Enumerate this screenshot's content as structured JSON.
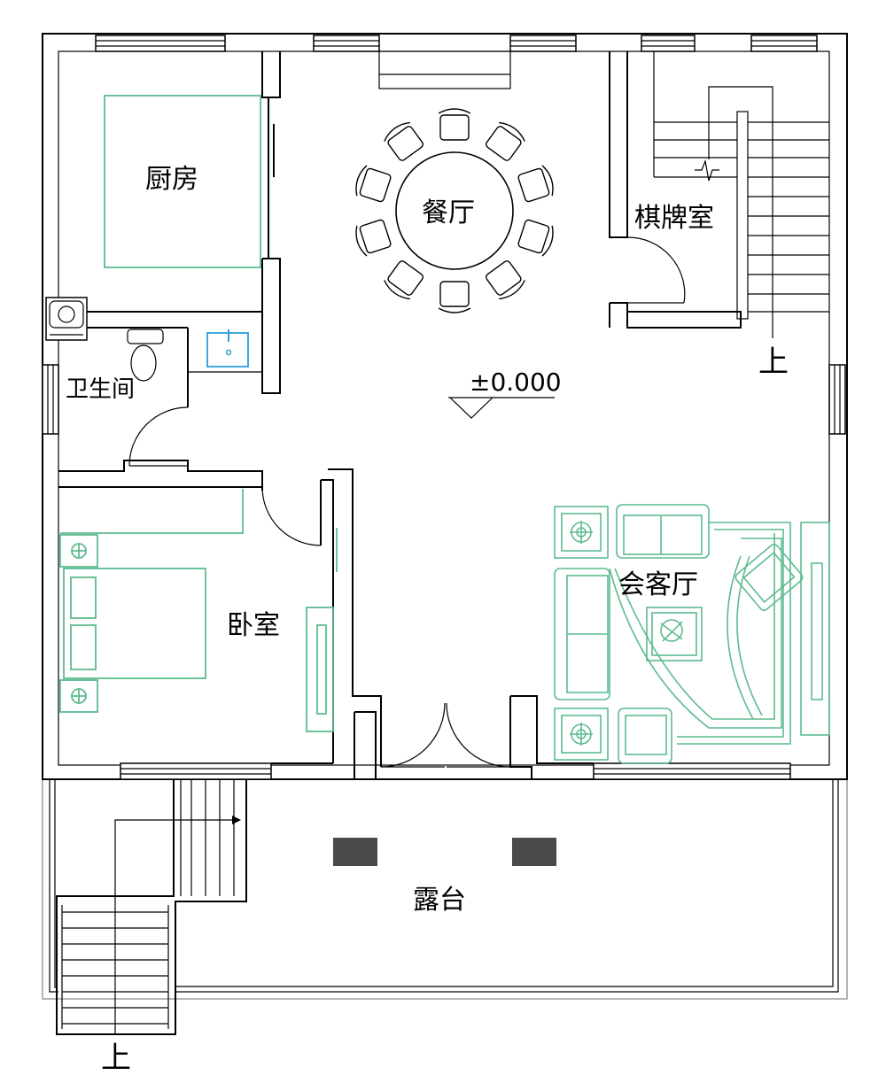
{
  "rooms": {
    "kitchen": "厨房",
    "dining": "餐厅",
    "chess_room": "棋牌室",
    "bathroom": "卫生间",
    "bedroom": "卧室",
    "reception": "会客厅",
    "terrace": "露台"
  },
  "stairs": {
    "up_right": "上",
    "up_bottom": "上"
  },
  "elevation": "±0.000",
  "colors": {
    "walls": "#000000",
    "furniture": "#5dbb8f",
    "sink": "#2a9fd6",
    "terrace_block": "#4a4a4a",
    "terrace_outline": "#b5b5b5"
  }
}
